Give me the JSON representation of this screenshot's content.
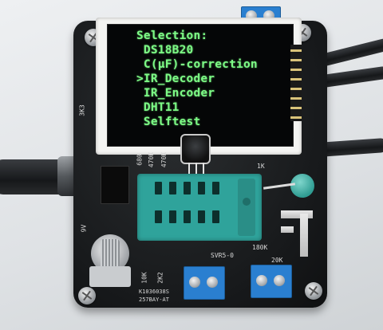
{
  "display": {
    "lines": [
      "Selection:",
      " DS18B20",
      " C(µF)-correction",
      ">IR_Decoder",
      " IR_Encoder",
      " DHT11",
      " Selftest"
    ]
  },
  "silkscreen": {
    "resistor_left_a": "680",
    "resistor_left_b": "470K",
    "resistor_left_c": "470K",
    "label_9v": "9V",
    "label_10k": "10K",
    "label_2k2": "2K2",
    "label_1k": "1K",
    "label_3k3": "3K3",
    "label_svr": "SVR5-0",
    "label_180k": "180K",
    "label_20k": "20K",
    "label_id1": "K1036038S",
    "label_id2": "257BAY-AT"
  }
}
